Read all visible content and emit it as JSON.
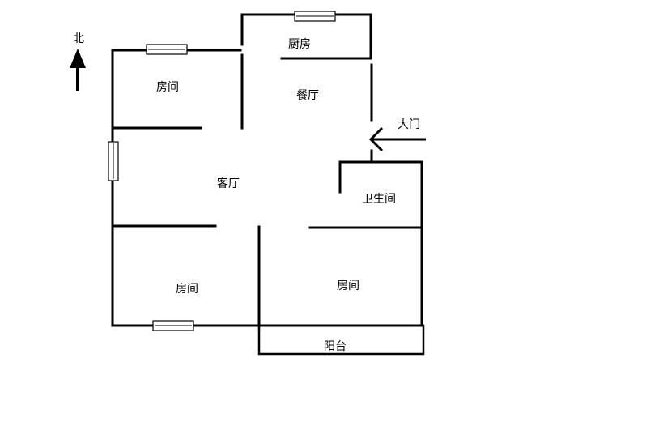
{
  "labels": {
    "north": "北",
    "kitchen": "厨房",
    "dining": "餐厅",
    "entrance": "大门",
    "living": "客厅",
    "bathroom": "卫生间",
    "room_nw": "房间",
    "room_sw": "房间",
    "room_se": "房间",
    "balcony": "阳台"
  },
  "colors": {
    "line": "#000000",
    "background": "#ffffff"
  },
  "icons": {
    "north": "north-arrow-icon",
    "entrance": "entrance-arrow-icon",
    "window": "window-icon"
  }
}
